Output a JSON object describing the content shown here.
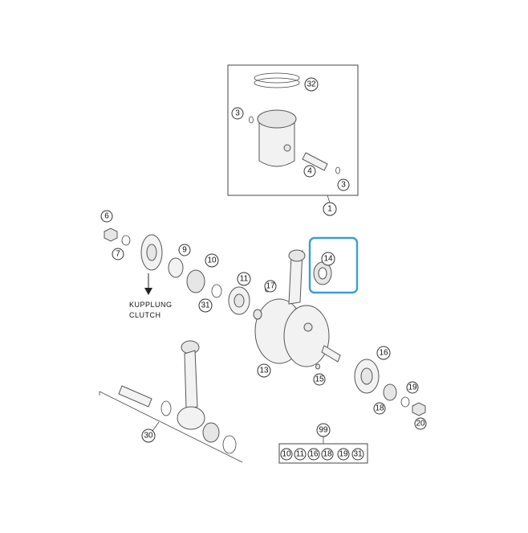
{
  "callouts": {
    "c32": "32",
    "c3a": "3",
    "c4": "4",
    "c3b": "3",
    "c1": "1",
    "c6": "6",
    "c7": "7",
    "c9": "9",
    "c10": "10",
    "c11": "11",
    "c17": "17",
    "c31": "31",
    "c14": "14",
    "c13": "13",
    "c16": "16",
    "c15": "15",
    "c18": "18",
    "c19": "19",
    "c20": "20",
    "c30": "30",
    "c99": "99"
  },
  "kit_list": [
    "10",
    "11",
    "16",
    "18",
    "19",
    "31"
  ],
  "labels": {
    "kupplung": "KUPPLUNG",
    "clutch": "CLUTCH"
  },
  "colors": {
    "highlight": "#3a9fd1",
    "outline": "#555555"
  }
}
